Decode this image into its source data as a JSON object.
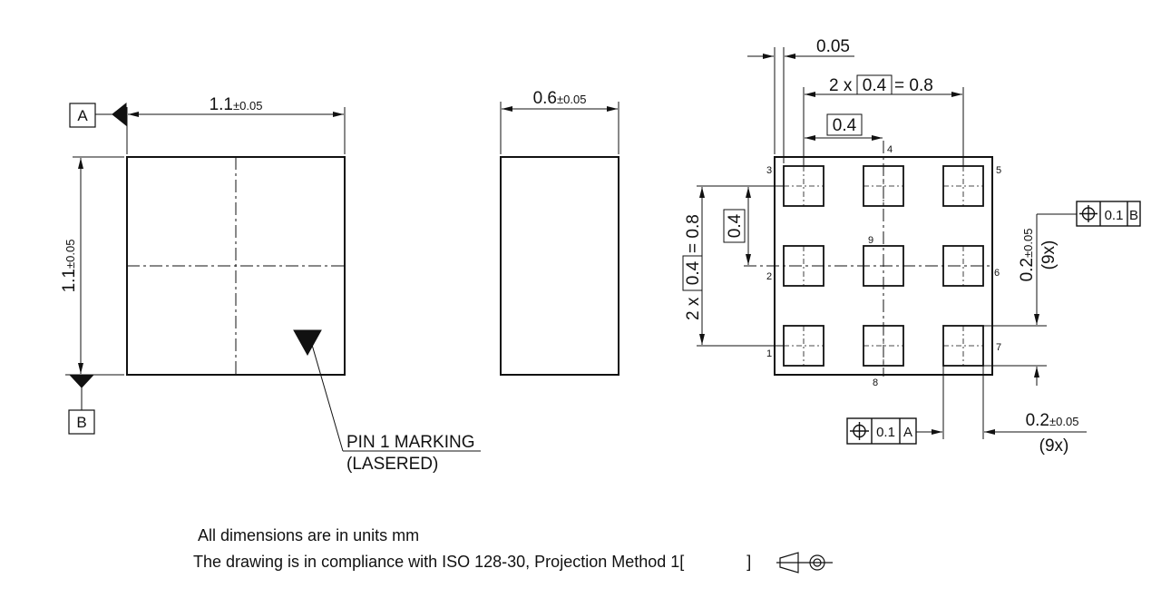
{
  "left_view": {
    "datum_a": "A",
    "datum_b": "B",
    "width_value": "1.1",
    "width_tol": "±0.05",
    "height_value": "1.1",
    "height_tol": "±0.05",
    "pin1_line1": "PIN 1 MARKING",
    "pin1_line2": "(LASERED)"
  },
  "side_view": {
    "thickness_value": "0.6",
    "thickness_tol": "±0.05"
  },
  "bottom_view": {
    "offset": "0.05",
    "pitch_h_prefix": "2 x",
    "pitch_box": "0.4",
    "pitch_h_suffix": "= 0.8",
    "pitch_single": "0.4",
    "pitch_v_prefix": "2 x",
    "pitch_v_suffix": "= 0.8",
    "pitch_v_single": "0.4",
    "pins": [
      "1",
      "2",
      "3",
      "4",
      "5",
      "6",
      "7",
      "8",
      "9"
    ],
    "pad_size_v_value": "0.2",
    "pad_size_v_tol": "±0.05",
    "pad_count_v": "(9x)",
    "pad_size_h_value": "0.2",
    "pad_size_h_tol": "±0.05",
    "pad_count_h": "(9x)",
    "fcf_top": {
      "tolerance": "0.1",
      "datum": "B"
    },
    "fcf_bottom": {
      "tolerance": "0.1",
      "datum": "A"
    }
  },
  "notes": {
    "line1": "All dimensions are in units mm",
    "line2_prefix": "The drawing is in compliance with ISO 128-30, Projection Method 1[",
    "line2_suffix": "]"
  }
}
